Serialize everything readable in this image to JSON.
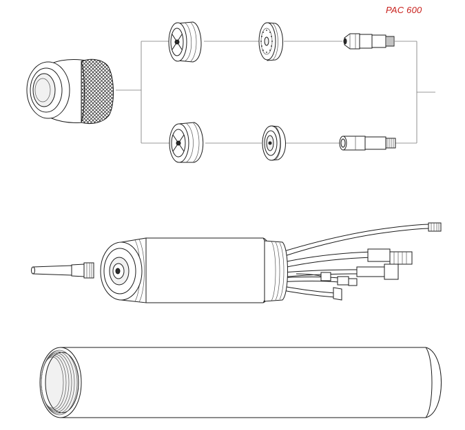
{
  "diagram": {
    "model_label": "PAC 600",
    "accent_color": "#c8201c",
    "parts": [
      {
        "name": "retaining-cap"
      },
      {
        "name": "swirl-ring-top"
      },
      {
        "name": "shield-top"
      },
      {
        "name": "electrode-top"
      },
      {
        "name": "swirl-ring-bottom"
      },
      {
        "name": "shield-bottom"
      },
      {
        "name": "electrode-bottom"
      },
      {
        "name": "torch-body"
      },
      {
        "name": "outer-sleeve"
      }
    ]
  }
}
